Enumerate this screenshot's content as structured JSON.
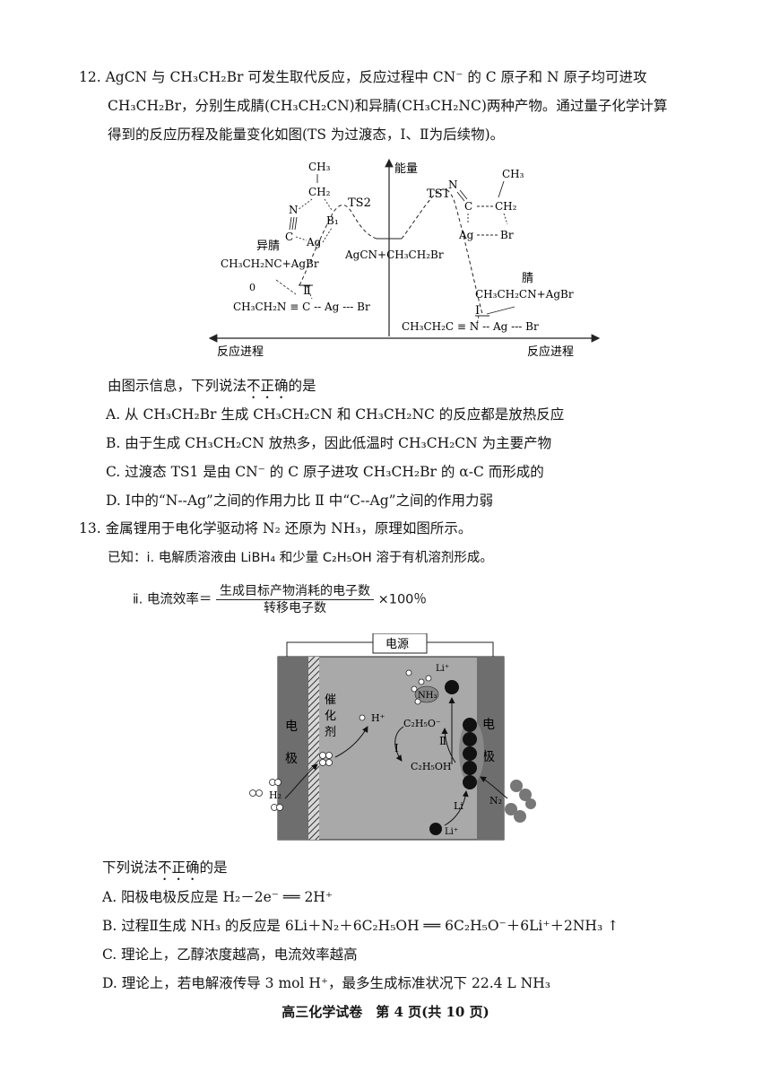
{
  "q12": {
    "lines": [
      "12. AgCN 与 CH₃CH₂Br 可发生取代反应，反应过程中 CN⁻ 的 C 原子和 N 原子均可进攻",
      "CH₃CH₂Br，分别生成腈(CH₃CH₂CN)和异腈(CH₃CH₂NC)两种产物。通过量子化学计算",
      "得到的反应历程及能量变化如图(TS 为过渡态，Ⅰ、Ⅱ为后续物)。"
    ],
    "prompt_pre": "由图示信息，下列说法",
    "prompt_emph": "不正确",
    "prompt_post": "的是",
    "options": [
      "A. 从 CH₃CH₂Br 生成 CH₃CH₂CN 和 CH₃CH₂NC 的反应都是放热反应",
      "B. 由于生成 CH₃CH₂CN 放热多，因此低温时 CH₃CH₂CN 为主要产物",
      "C. 过渡态 TS1 是由 CN⁻ 的 C 原子进攻 CH₃CH₂Br 的 α-C 而形成的",
      "D. Ⅰ中的“N--Ag”之间的作用力比 Ⅱ 中“C--Ag”之间的作用力弱"
    ],
    "diagram": {
      "y_axis": "能量",
      "x_left": "反应进程",
      "x_right": "反应进程",
      "center": "AgCN+CH₃CH₂Br",
      "ts1": "TS1",
      "ts2": "TS2",
      "iso_label": "异腈",
      "iso_product": "CH₃CH₂NC+AgBr",
      "nitrile_label": "腈",
      "nitrile_product": "CH₃CH₂CN+AgBr",
      "int2": "Ⅱ",
      "int1": "Ⅰ",
      "zero": "0",
      "int2_struct": "CH₃CH₂N ≡ C -- Ag --- Br",
      "int1_struct": "CH₃CH₂C ≡ N -- Ag --- Br",
      "ch3": "CH₃",
      "ch2": "CH₂",
      "n": "N",
      "c": "C",
      "ag": "Ag",
      "br": "Br",
      "br_ts2": "B₁"
    }
  },
  "q13": {
    "title": "13. 金属锂用于电化学驱动将 N₂ 还原为 NH₃，原理如图所示。",
    "known1": "已知：ⅰ. 电解质溶液由 LiBH₄ 和少量 C₂H₅OH 溶于有机溶剂形成。",
    "known2_label": "ⅱ. 电流效率＝",
    "known2_num": "生成目标产物消耗的电子数",
    "known2_den": "转移电子数",
    "known2_tail": "×100％",
    "prompt_pre": "下列说法",
    "prompt_emph": "不正确",
    "prompt_post": "的是",
    "options": [
      "A. 阳极电极反应是 H₂－2e⁻ ══ 2H⁺",
      "B. 过程Ⅱ生成 NH₃ 的反应是 6Li＋N₂＋6C₂H₅OH ══ 6C₂H₅O⁻＋6Li⁺＋2NH₃ ↑",
      "C. 理论上，乙醇浓度越高，电流效率越高",
      "D. 理论上，若电解液传导 3 mol H⁺，最多生成标准状况下 22.4 L NH₃"
    ],
    "diagram": {
      "power": "电源",
      "electrode_l1": "电",
      "electrode_l2": "极",
      "electrode_r1": "电",
      "electrode_r2": "极",
      "cat1": "催",
      "cat2": "化",
      "cat3": "剂",
      "h2": "H₂",
      "hplus": "H⁺",
      "ethoxide": "C₂H₅O⁻",
      "ethanol": "C₂H₅OH",
      "proc1": "Ⅰ",
      "proc2": "Ⅱ",
      "nh3": "NH₃",
      "li_plus_top": "Li⁺",
      "li_plus_bottom": "Li⁺",
      "li": "Li",
      "n2": "N₂"
    }
  },
  "footer": "高三化学试卷　第 4 页(共 10 页)"
}
